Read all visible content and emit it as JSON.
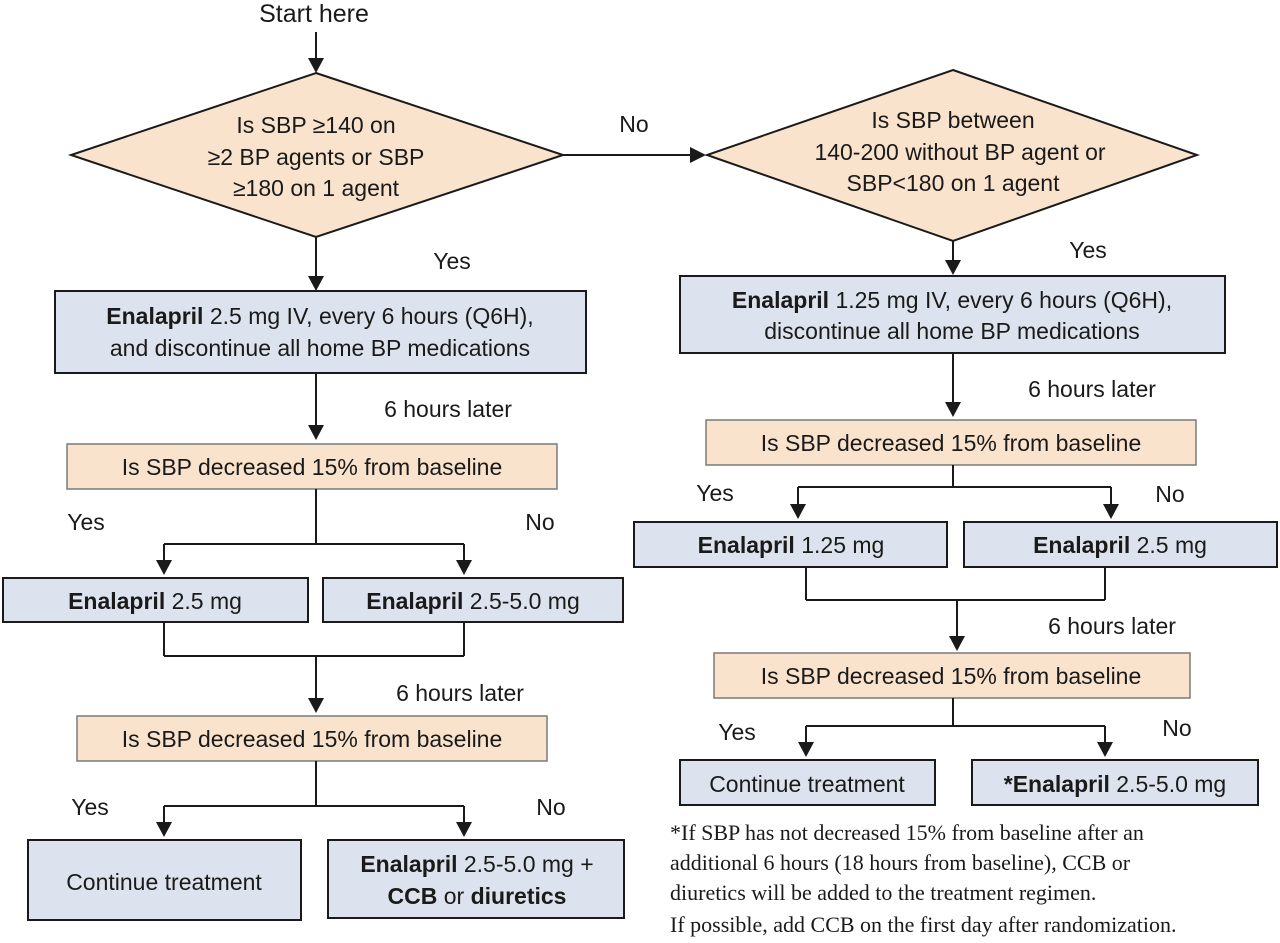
{
  "start": "Start here",
  "left": {
    "q1": [
      "Is SBP ≥140 on",
      "≥2 BP agents or SBP",
      "≥180 on 1 agent"
    ],
    "q1_yes": "Yes",
    "q1_no": "No",
    "a1": {
      "line1_bold": "Enalapril",
      "line1_rest": " 2.5 mg IV, every 6 hours (Q6H),",
      "line2": "and discontinue all home BP medications"
    },
    "later1": "6 hours later",
    "q2": "Is SBP decreased 15% from baseline",
    "q2_yes": "Yes",
    "q2_no": "No",
    "a2_yes": {
      "bold": "Enalapril",
      "rest": " 2.5 mg"
    },
    "a2_no": {
      "bold": "Enalapril",
      "rest": " 2.5-5.0 mg"
    },
    "later2": "6 hours later",
    "q3": "Is SBP decreased 15% from baseline",
    "q3_yes": "Yes",
    "q3_no": "No",
    "a3_yes": "Continue treatment",
    "a3_no": {
      "line1_bold": "Enalapril",
      "line1_rest": " 2.5-5.0 mg +",
      "line2_bold1": "CCB",
      "line2_mid": " or ",
      "line2_bold2": "diuretics"
    }
  },
  "right": {
    "q1": [
      "Is SBP between",
      "140-200 without BP agent or",
      "SBP<180 on 1 agent"
    ],
    "q1_yes": "Yes",
    "a1": {
      "line1_bold": "Enalapril",
      "line1_rest": " 1.25 mg IV, every 6 hours (Q6H),",
      "line2": "discontinue all home BP medications"
    },
    "later1": "6 hours later",
    "q2": "Is SBP decreased 15% from baseline",
    "q2_yes": "Yes",
    "q2_no": "No",
    "a2_yes": {
      "bold": "Enalapril",
      "rest": " 1.25 mg"
    },
    "a2_no": {
      "bold": "Enalapril",
      "rest": " 2.5 mg"
    },
    "later2": "6 hours later",
    "q3": "Is SBP decreased 15% from baseline",
    "q3_yes": "Yes",
    "q3_no": "No",
    "a3_yes": "Continue treatment",
    "a3_no": {
      "bold": "*Enalapril",
      "rest": " 2.5-5.0 mg"
    }
  },
  "footnote": [
    "*If SBP has not decreased 15% from baseline after an",
    "additional 6 hours (18 hours from baseline), CCB or",
    "diuretics will be added to the treatment regimen.",
    "If possible, add CCB on the first day after randomization."
  ],
  "colors": {
    "question_fill": "#fae3cd",
    "action_fill": "#dde3ee",
    "line": "#1a1a1a"
  }
}
